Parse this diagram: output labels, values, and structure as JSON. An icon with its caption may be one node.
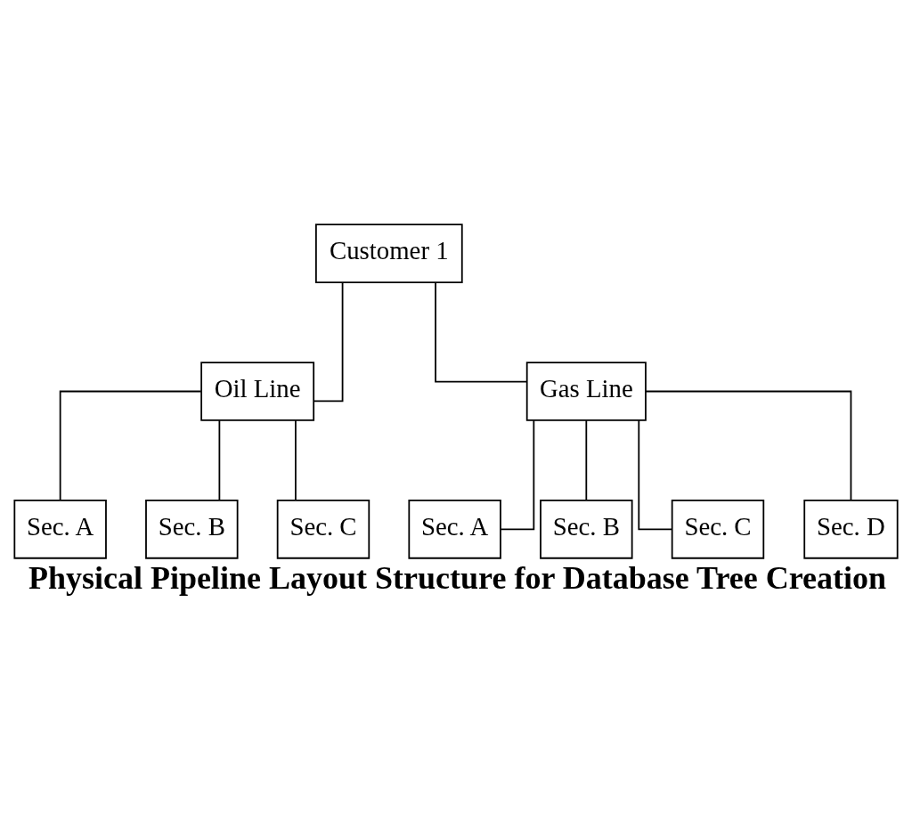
{
  "diagram": {
    "caption": "Physical Pipeline Layout Structure for Database Tree Creation",
    "nodes": [
      {
        "text": [
          "Customer 1"
        ]
      },
      {
        "text": [
          "Oil Line"
        ]
      },
      {
        "text": [
          "Gas Line"
        ]
      },
      {
        "text": [
          "Sec. A"
        ]
      },
      {
        "text": [
          "Sec. B"
        ]
      },
      {
        "text": [
          "Sec. C"
        ]
      },
      {
        "text": [
          "Sec. A"
        ]
      },
      {
        "text": [
          "Sec. B"
        ]
      },
      {
        "text": [
          "Sec. C"
        ]
      },
      {
        "text": [
          "Sec. D"
        ]
      }
    ],
    "edges": [
      {
        "from": 0,
        "to": 1,
        "arrow": "none"
      },
      {
        "from": 0,
        "to": 2,
        "arrow": "none"
      },
      {
        "from": 1,
        "to": 3,
        "arrow": "none"
      },
      {
        "from": 1,
        "to": 4,
        "arrow": "none"
      },
      {
        "from": 1,
        "to": 5,
        "arrow": "none"
      },
      {
        "from": 2,
        "to": 6,
        "arrow": "none"
      },
      {
        "from": 2,
        "to": 7,
        "arrow": "none"
      },
      {
        "from": 2,
        "to": 8,
        "arrow": "none"
      },
      {
        "from": 2,
        "to": 9,
        "arrow": "none"
      }
    ]
  }
}
